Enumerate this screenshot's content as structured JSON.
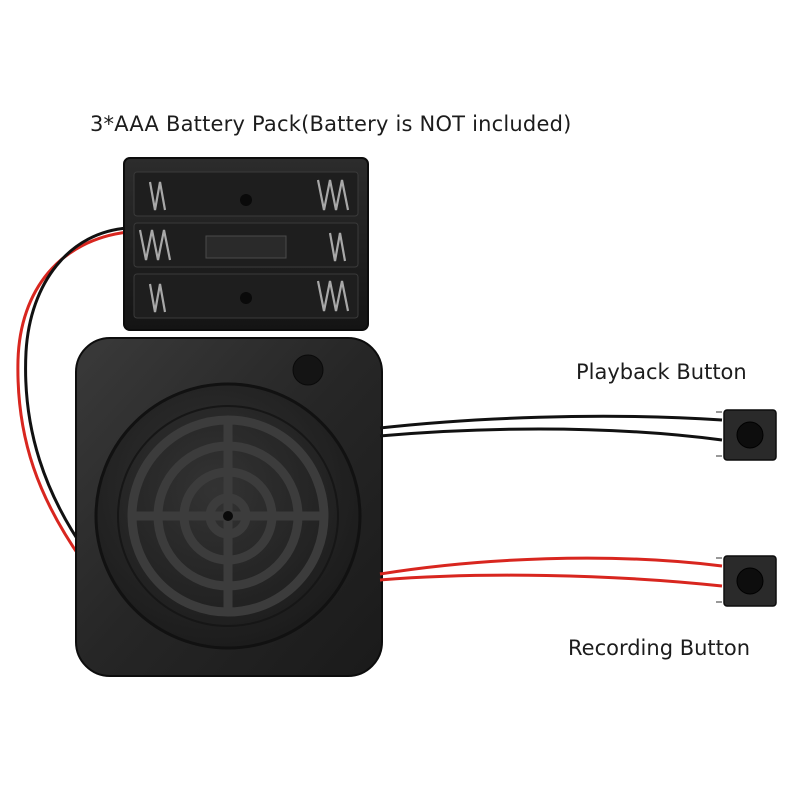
{
  "labels": {
    "battery_pack": "3*AAA Battery Pack(Battery is NOT included)",
    "playback_button": "Playback Button",
    "recording_button": "Recording Button"
  },
  "colors": {
    "background": "#ffffff",
    "device_body": "#232323",
    "wire_red": "#d8261f",
    "wire_black": "#111111"
  }
}
